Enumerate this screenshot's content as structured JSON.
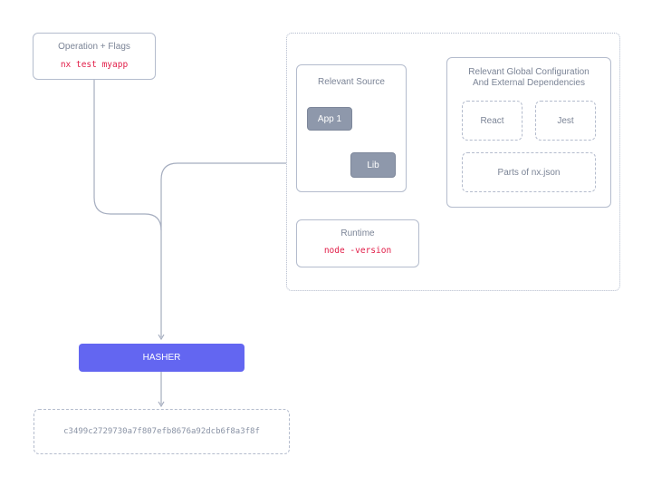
{
  "operation": {
    "title": "Operation + Flags",
    "command": "nx test myapp"
  },
  "source": {
    "title": "Relevant Source",
    "app": "App 1",
    "lib": "Lib"
  },
  "runtime": {
    "title": "Runtime",
    "command": "node -version"
  },
  "global": {
    "title_line1": "Relevant Global Configuration",
    "title_line2": "And External Dependencies",
    "items": [
      "React",
      "Jest",
      "Parts of nx.json"
    ]
  },
  "hasher": {
    "label": "HASHER"
  },
  "hash": {
    "value": "c3499c2729730a7f807efb8676a92dcb6f8a3f8f"
  },
  "colors": {
    "border": "#b4bccd",
    "text": "#7b8496",
    "code": "#e11d48",
    "hasher": "#6366f1",
    "node": "#8e98ab"
  }
}
